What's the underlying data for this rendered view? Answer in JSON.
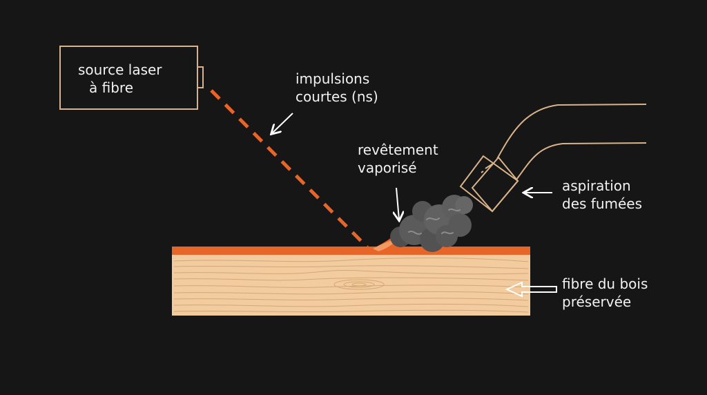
{
  "colors": {
    "background": "#161616",
    "outline": "#d9b48a",
    "laser": "#e8652a",
    "coating": "#e8652a",
    "wood": "#f2cc9e",
    "wood_grain": "#c99a68",
    "smoke": "#5d5d5d",
    "text": "#f2f2f2"
  },
  "labels": {
    "laser_source": [
      "source laser",
      "à fibre"
    ],
    "pulses": [
      "impulsions",
      "courtes (ns)"
    ],
    "vaporized": [
      "revêtement",
      "vaporisé"
    ],
    "extraction": [
      "aspiration",
      "des fumées"
    ],
    "wood_fiber": [
      "fibre du bois",
      "préservée"
    ]
  }
}
